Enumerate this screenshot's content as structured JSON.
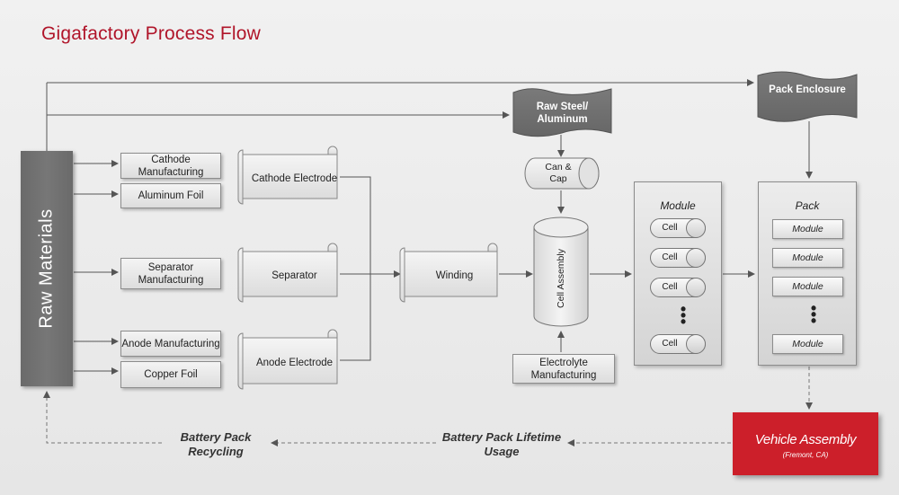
{
  "title": "Gigafactory Process Flow",
  "raw_materials": "Raw Materials",
  "manufacturing": {
    "cathode_manufacturing": "Cathode Manufacturing",
    "aluminum_foil": "Aluminum Foil",
    "separator_manufacturing": "Separator Manufacturing",
    "anode_manufacturing": "Anode Manufacturing",
    "copper_foil": "Copper Foil"
  },
  "components": {
    "cathode_electrode": "Cathode Electrode",
    "separator": "Separator",
    "anode_electrode": "Anode Electrode",
    "winding": "Winding"
  },
  "inputs": {
    "raw_steel": "Raw Steel/ Aluminum",
    "pack_enclosure": "Pack Enclosure",
    "can_cap": "Can & Cap",
    "electrolyte": "Electrolyte Manufacturing"
  },
  "cell_assembly": "Cell Assembly",
  "module": {
    "title": "Module",
    "cell_label": "Cell"
  },
  "pack": {
    "title": "Pack",
    "module_label": "Module"
  },
  "vehicle_assembly": {
    "title": "Vehicle Assembly",
    "location": "(Fremont, CA)"
  },
  "flow_labels": {
    "lifetime_usage": "Battery Pack Lifetime Usage",
    "recycling": "Battery Pack Recycling"
  },
  "colors": {
    "title_red": "#b0152a",
    "vehicle_red": "#cc1f2a",
    "raw_gray": "#6e6e6e"
  }
}
